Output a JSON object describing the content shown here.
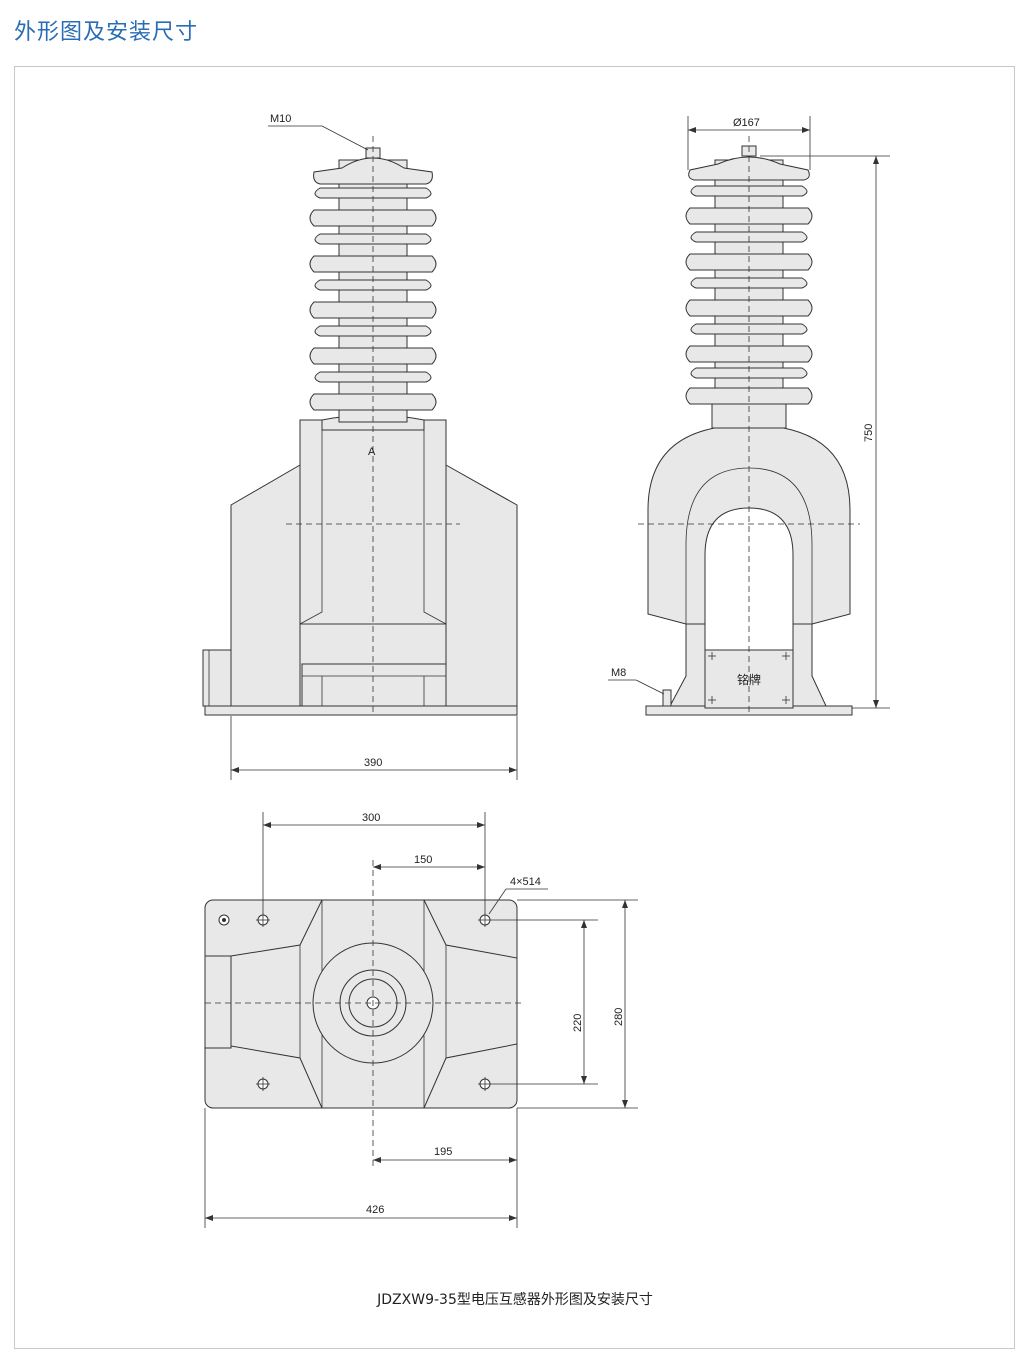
{
  "heading": "外形图及安装尺寸",
  "caption": "JDZXW9-35型电压互感器外形图及安装尺寸",
  "front_view": {
    "bolt_label": "M10",
    "section_label": "A",
    "width_dim": "390"
  },
  "side_view": {
    "diameter_dim": "Ø167",
    "height_dim": "750",
    "ground_bolt_label": "M8",
    "nameplate_label": "铭牌"
  },
  "plan_view": {
    "hole_spacing_dim": "300",
    "half_spacing_dim": "150",
    "holes_label": "4×514",
    "inner_depth_dim": "220",
    "outer_depth_dim": "280",
    "offset_dim": "195",
    "base_width_dim": "426"
  }
}
